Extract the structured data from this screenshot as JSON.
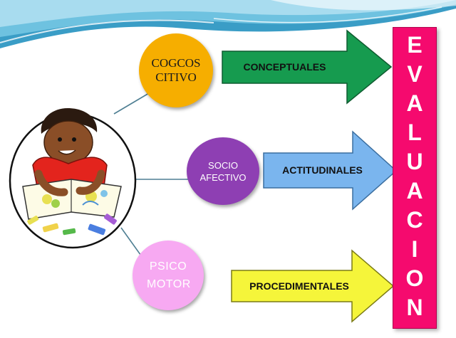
{
  "diagram": {
    "nodes": {
      "cognitivo": "COGCOSCITIVO",
      "socio": "SOCIO AFECTIVO",
      "psico": "PSICO MOTOR"
    },
    "arrows": {
      "conceptuales": "CONCEPTUALES",
      "actitudinales": "ACTITUDINALES",
      "procedimentales": "PROCEDIMENTALES"
    },
    "evaluacion": [
      "E",
      "V",
      "A",
      "L",
      "U",
      "A",
      "C",
      "I",
      "O",
      "N"
    ]
  },
  "colors": {
    "cognitivo": "#f6ae00",
    "socio": "#8e3fb3",
    "psico": "#f7a9f2",
    "arrow_conceptuales": "#169b4f",
    "arrow_actitudinales": "#7ab5ee",
    "arrow_procedimentales": "#f5f53a",
    "evaluacion_bar": "#f50a6e"
  },
  "icons": {
    "center_image": "child-drawing-illustration"
  }
}
